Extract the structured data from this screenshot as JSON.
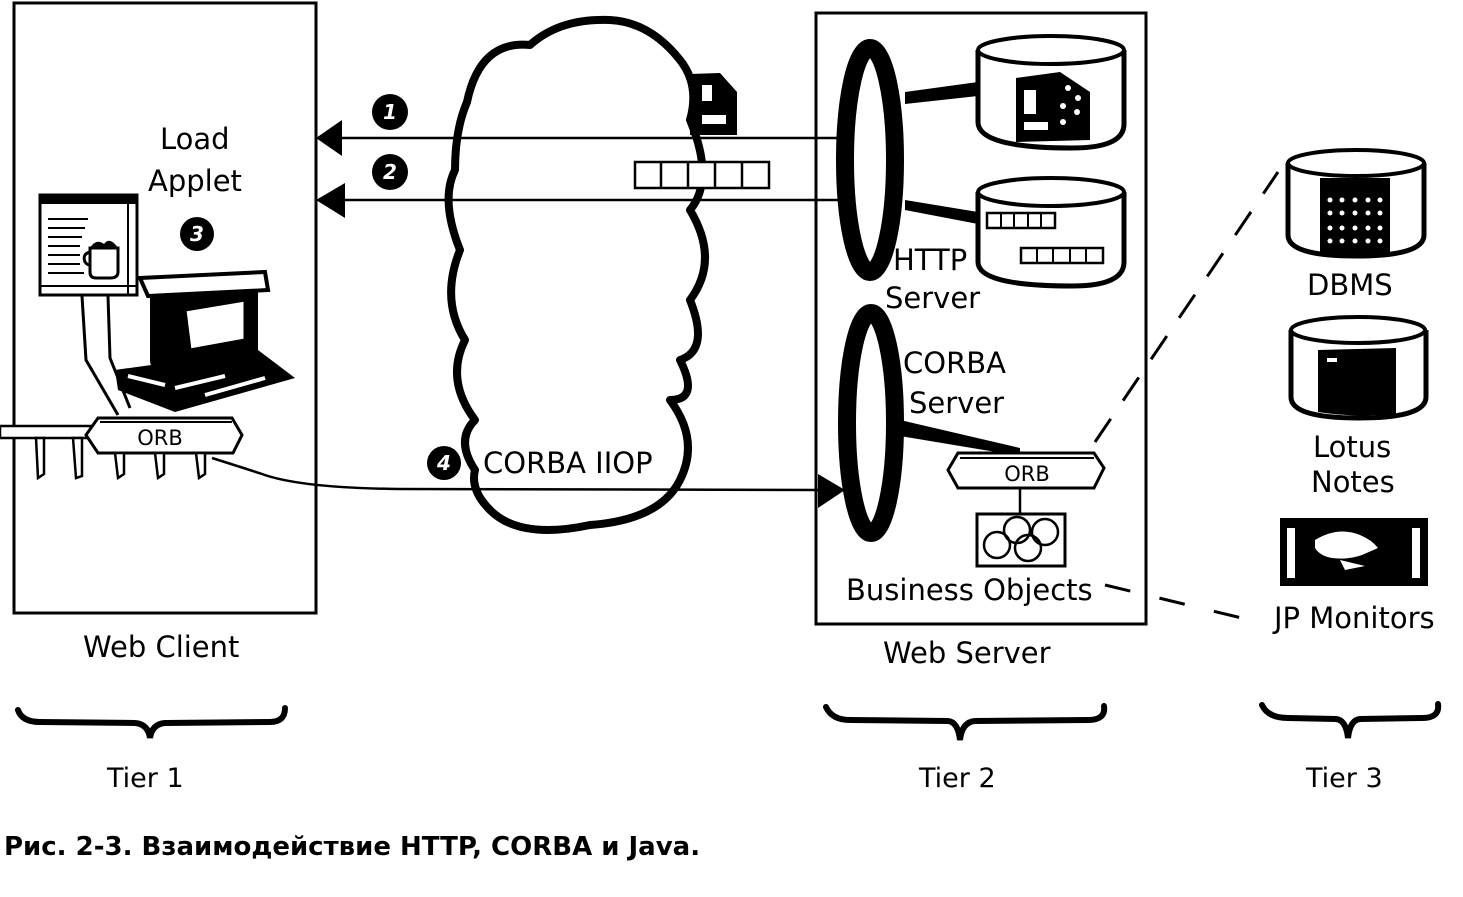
{
  "diagram": {
    "web_client": {
      "label": "Web Client",
      "load_applet_line1": "Load",
      "load_applet_line2": "Applet",
      "orb_label": "ORB",
      "step3": "3"
    },
    "network": {
      "step1": "1",
      "step2": "2",
      "step4": "4",
      "iiop_label": "CORBA IIOP"
    },
    "web_server": {
      "label": "Web Server",
      "http_server_line1": "HTTP",
      "http_server_line2": "Server",
      "corba_server_line1": "CORBA",
      "corba_server_line2": "Server",
      "orb_label": "ORB",
      "business_objects": "Business Objects"
    },
    "tier3": {
      "dbms": "DBMS",
      "lotus_line1": "Lotus",
      "lotus_line2": "Notes",
      "tp_monitors": "JP Monitors"
    },
    "tiers": [
      "Tier 1",
      "Tier 2",
      "Tier 3"
    ],
    "caption": "Рис. 2-3. Взаимодействие HTTP, CORBA и Java."
  },
  "colors": {
    "ink": "#000000",
    "paper": "#ffffff"
  }
}
